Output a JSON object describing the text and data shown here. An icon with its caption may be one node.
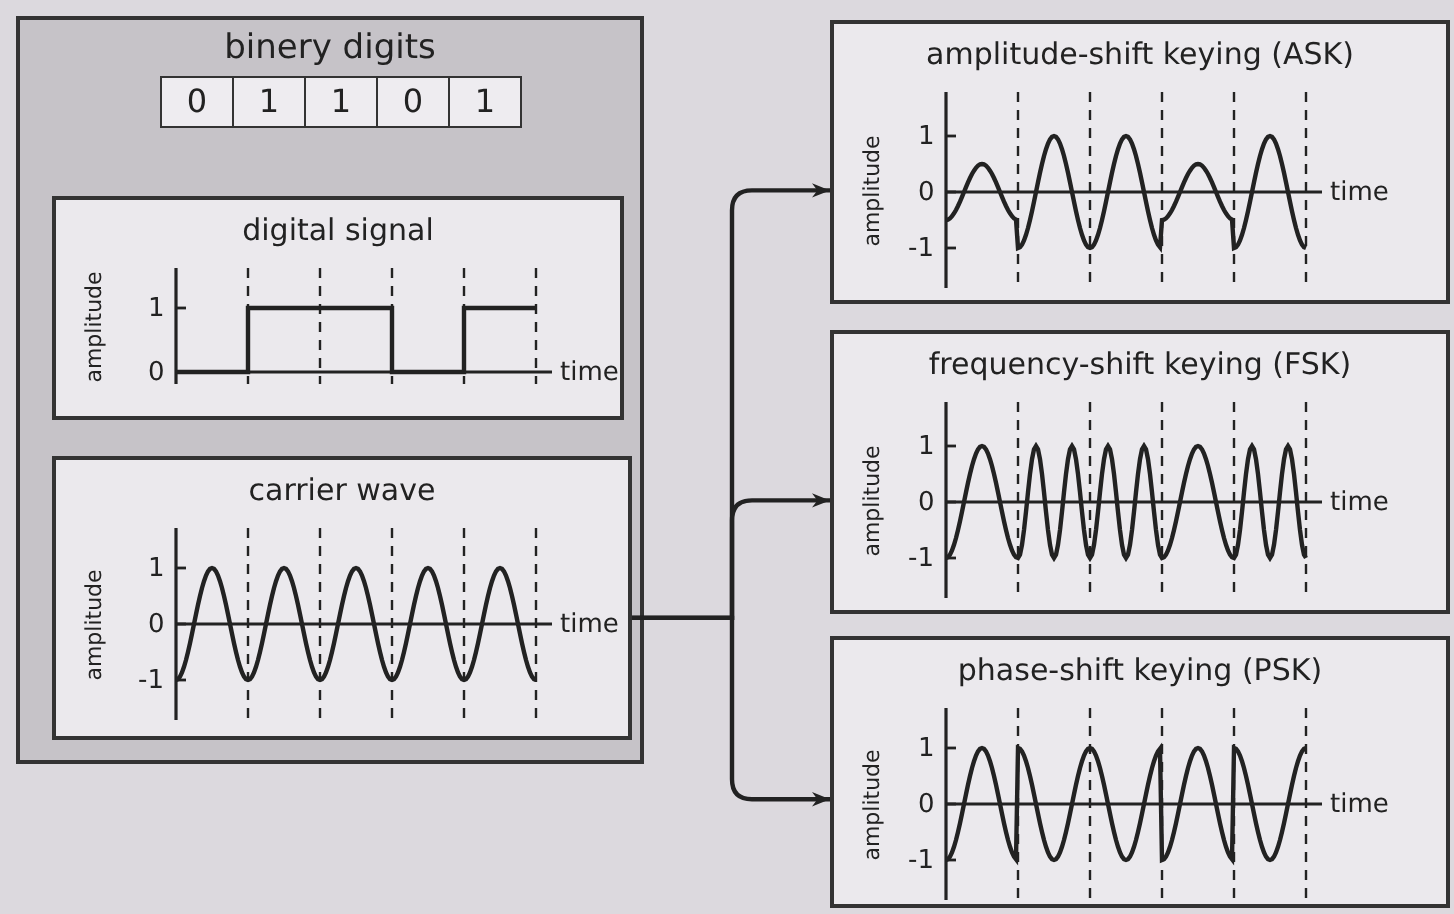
{
  "diagram": {
    "nodes": [
      {
        "text": [
          "binery digits"
        ]
      },
      {
        "text": [
          "0"
        ],
        "in": 0
      },
      {
        "text": [
          "1"
        ],
        "in": 0
      },
      {
        "text": [
          "1"
        ],
        "in": 0
      },
      {
        "text": [
          "0"
        ],
        "in": 0
      },
      {
        "text": [
          "1"
        ],
        "in": 0
      },
      {
        "text": [
          "digital signal",
          "amplitude",
          "1",
          "0",
          "time"
        ],
        "in": 0
      },
      {
        "text": [
          "carrier wave",
          "amplitude",
          "1",
          "0",
          "-1",
          "time"
        ],
        "in": 0
      },
      {
        "text": [
          "amplitude-shift keying (ASK)",
          "amplitude",
          "1",
          "0",
          "-1",
          "time"
        ]
      },
      {
        "text": [
          "frequency-shift keying (FSK)",
          "amplitude",
          "1",
          "0",
          "-1",
          "time"
        ]
      },
      {
        "text": [
          "phase-shift keying (PSK)",
          "amplitude",
          "1",
          "0",
          "-1",
          "time"
        ]
      }
    ],
    "edges": [
      {
        "from": 7,
        "to": 8,
        "arrow": "to"
      },
      {
        "from": 7,
        "to": 9,
        "arrow": "to"
      },
      {
        "from": 7,
        "to": 10,
        "arrow": "to"
      }
    ]
  }
}
